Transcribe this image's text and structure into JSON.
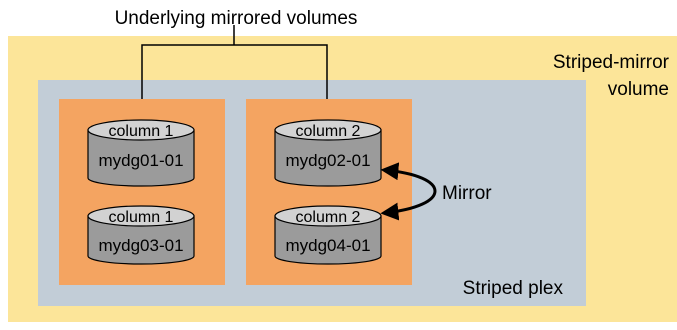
{
  "title": "Underlying mirrored volumes",
  "outer_label_line1": "Striped-mirror",
  "outer_label_line2": "volume",
  "inner_label": "Striped plex",
  "mirror_label": "Mirror",
  "disks": [
    {
      "column": "column 1",
      "name": "mydg01-01"
    },
    {
      "column": "column 1",
      "name": "mydg03-01"
    },
    {
      "column": "column 2",
      "name": "mydg02-01"
    },
    {
      "column": "column 2",
      "name": "mydg04-01"
    }
  ],
  "colors": {
    "outer_volume": "#FCE599",
    "striped_plex": "#C2CDD7",
    "mirror_group": "#F4A461",
    "disk_body": "#9B9B9B",
    "disk_top": "#D2D2D2"
  }
}
